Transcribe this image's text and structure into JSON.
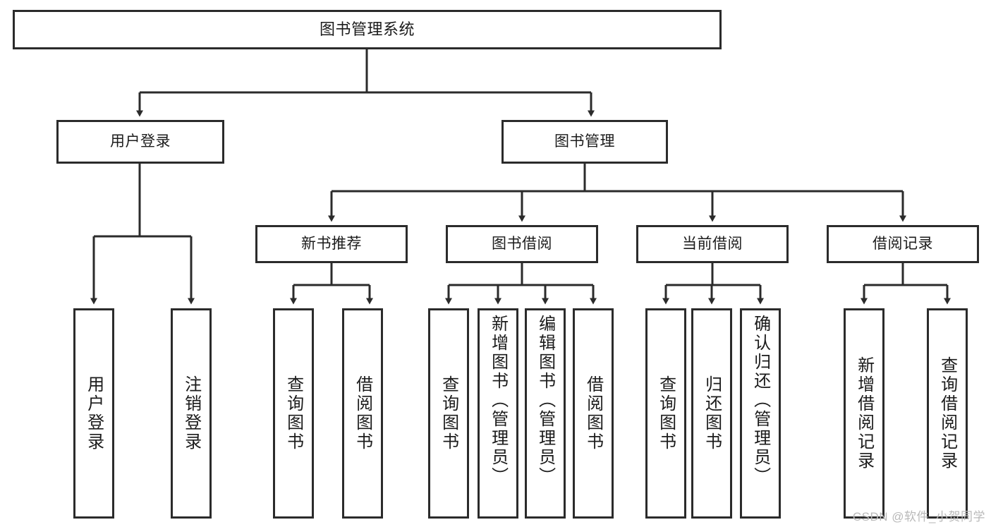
{
  "diagram": {
    "title": "图书管理系统",
    "watermark": "CSDN @软件_小贺同学",
    "line_color": "#2b2b2b",
    "box_fill": "#ffffff",
    "text_color": "#1b1b1b",
    "watermark_color": "#b9b9b9"
  },
  "nodes": {
    "root": {
      "label": "图书管理系统"
    },
    "level1": [
      {
        "label": "用户登录"
      },
      {
        "label": "图书管理"
      }
    ],
    "level2": [
      {
        "label": "新书推荐"
      },
      {
        "label": "图书借阅"
      },
      {
        "label": "当前借阅"
      },
      {
        "label": "借阅记录"
      }
    ],
    "leaves": {
      "user_login": [
        {
          "label": "用户登录"
        },
        {
          "label": "注销登录"
        }
      ],
      "new_book_recommend": [
        {
          "label": "查询图书"
        },
        {
          "label": "借阅图书"
        }
      ],
      "book_borrow": [
        {
          "label": "查询图书"
        },
        {
          "label": "新增图书（管理员）"
        },
        {
          "label": "编辑图书（管理员）"
        },
        {
          "label": "借阅图书"
        }
      ],
      "current_borrow": [
        {
          "label": "查询图书"
        },
        {
          "label": "归还图书"
        },
        {
          "label": "确认归还（管理员）"
        }
      ],
      "borrow_record": [
        {
          "label": "新增借阅记录"
        },
        {
          "label": "查询借阅记录"
        }
      ]
    }
  }
}
